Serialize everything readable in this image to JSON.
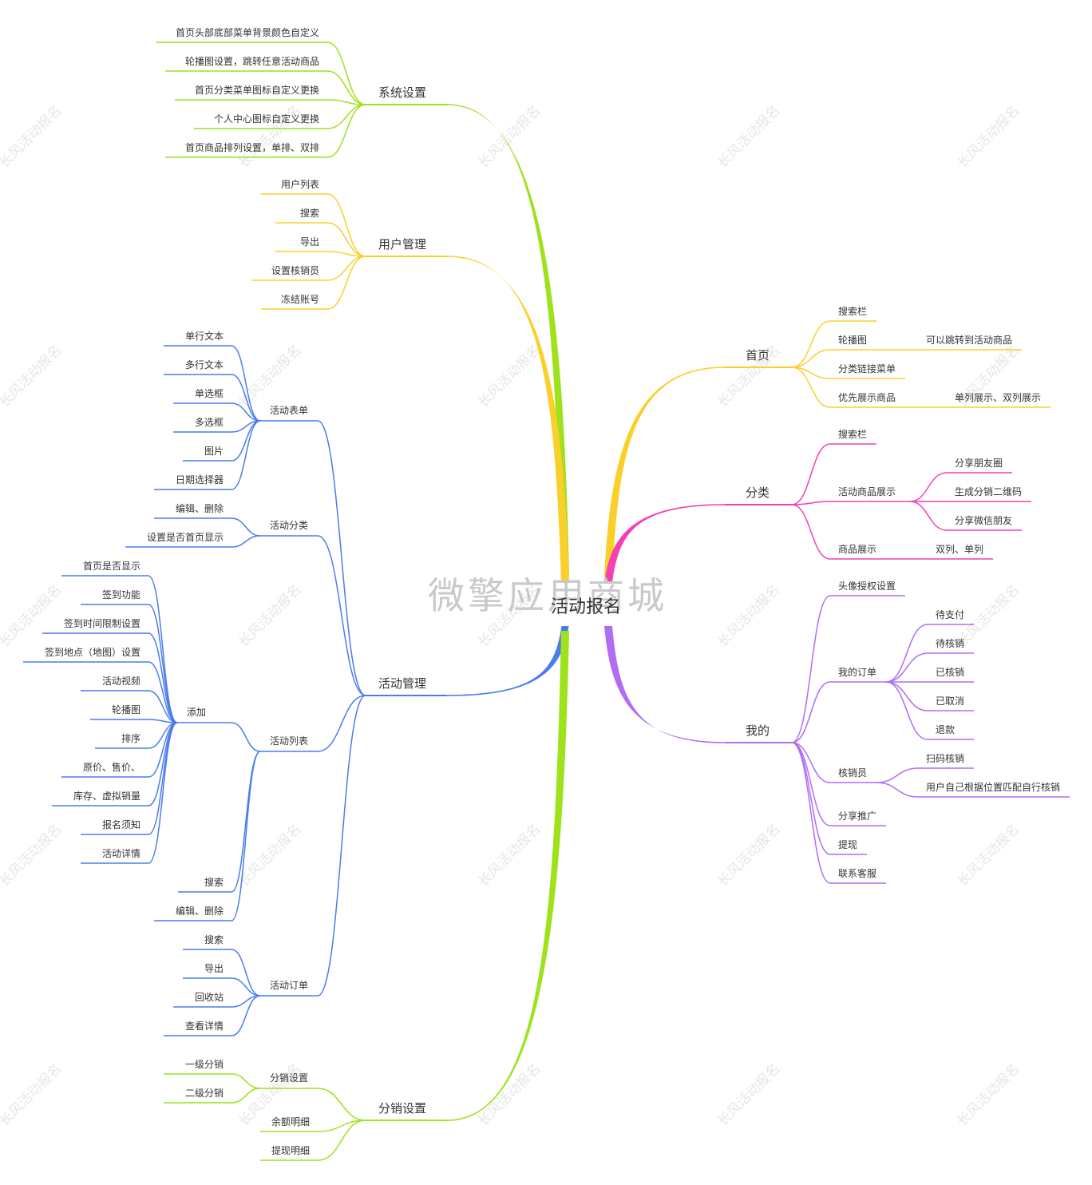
{
  "watermark": "微擎应用商城",
  "tile_watermark": "长风活动报名",
  "root": {
    "label": "活动报名"
  },
  "colors": {
    "green": "#9ee21c",
    "yellow": "#fbcf2a",
    "blue": "#4a7cf0",
    "pink": "#f53fb3",
    "purple": "#b06cf2"
  },
  "branches": [
    {
      "label": "系统设置",
      "color": "green",
      "children": [
        {
          "label": "首页头部底部菜单背景颜色自定义"
        },
        {
          "label": "轮播图设置，跳转任意活动商品"
        },
        {
          "label": "首页分类菜单图标自定义更换"
        },
        {
          "label": "个人中心图标自定义更换"
        },
        {
          "label": "首页商品排列设置，单排、双排"
        }
      ]
    },
    {
      "label": "用户管理",
      "color": "yellow",
      "children": [
        {
          "label": "用户列表"
        },
        {
          "label": "搜索"
        },
        {
          "label": "导出"
        },
        {
          "label": "设置核销员"
        },
        {
          "label": "冻结账号"
        }
      ]
    },
    {
      "label": "活动管理",
      "color": "blue",
      "children": [
        {
          "label": "活动表单",
          "children": [
            {
              "label": "单行文本"
            },
            {
              "label": "多行文本"
            },
            {
              "label": "单选框"
            },
            {
              "label": "多选框"
            },
            {
              "label": "图片"
            },
            {
              "label": "日期选择器"
            }
          ]
        },
        {
          "label": "活动分类",
          "children": [
            {
              "label": "编辑、删除"
            },
            {
              "label": "设置是否首页显示"
            }
          ]
        },
        {
          "label": "活动列表",
          "children": [
            {
              "label": "添加",
              "children": [
                {
                  "label": "首页是否显示"
                },
                {
                  "label": "签到功能"
                },
                {
                  "label": "签到时间限制设置"
                },
                {
                  "label": "签到地点（地图）设置"
                },
                {
                  "label": "活动视频"
                },
                {
                  "label": "轮播图"
                },
                {
                  "label": "排序"
                },
                {
                  "label": "原价、售价、"
                },
                {
                  "label": "库存、虚拟销量"
                },
                {
                  "label": "报名须知"
                },
                {
                  "label": "活动详情"
                }
              ]
            },
            {
              "label": "搜索"
            },
            {
              "label": "编辑、删除"
            }
          ]
        },
        {
          "label": "活动订单",
          "children": [
            {
              "label": "搜索"
            },
            {
              "label": "导出"
            },
            {
              "label": "回收站"
            },
            {
              "label": "查看详情"
            }
          ]
        }
      ]
    },
    {
      "label": "分销设置",
      "color": "green",
      "children": [
        {
          "label": "分销设置",
          "children": [
            {
              "label": "一级分销"
            },
            {
              "label": "二级分销"
            }
          ]
        },
        {
          "label": "余额明细"
        },
        {
          "label": "提现明细"
        }
      ]
    },
    {
      "label": "首页",
      "color": "yellow",
      "children": [
        {
          "label": "搜索栏"
        },
        {
          "label": "轮播图",
          "children": [
            {
              "label": "可以跳转到活动商品"
            }
          ]
        },
        {
          "label": "分类链接菜单"
        },
        {
          "label": "优先展示商品",
          "children": [
            {
              "label": "单列展示、双列展示"
            }
          ]
        }
      ]
    },
    {
      "label": "分类",
      "color": "pink",
      "children": [
        {
          "label": "搜索栏"
        },
        {
          "label": "活动商品展示",
          "children": [
            {
              "label": "分享朋友圈"
            },
            {
              "label": "生成分销二维码"
            },
            {
              "label": "分享微信朋友"
            }
          ]
        },
        {
          "label": "商品展示",
          "children": [
            {
              "label": "双列、单列"
            }
          ]
        }
      ]
    },
    {
      "label": "我的",
      "color": "purple",
      "children": [
        {
          "label": "头像授权设置"
        },
        {
          "label": "我的订单",
          "children": [
            {
              "label": "待支付"
            },
            {
              "label": "待核销"
            },
            {
              "label": "已核销"
            },
            {
              "label": "已取消"
            },
            {
              "label": "退款"
            }
          ]
        },
        {
          "label": "核销员",
          "children": [
            {
              "label": "扫码核销"
            },
            {
              "label": "用户自己根据位置匹配自行核销"
            }
          ]
        },
        {
          "label": "分享推广"
        },
        {
          "label": "提现"
        },
        {
          "label": "联系客服"
        }
      ]
    }
  ]
}
